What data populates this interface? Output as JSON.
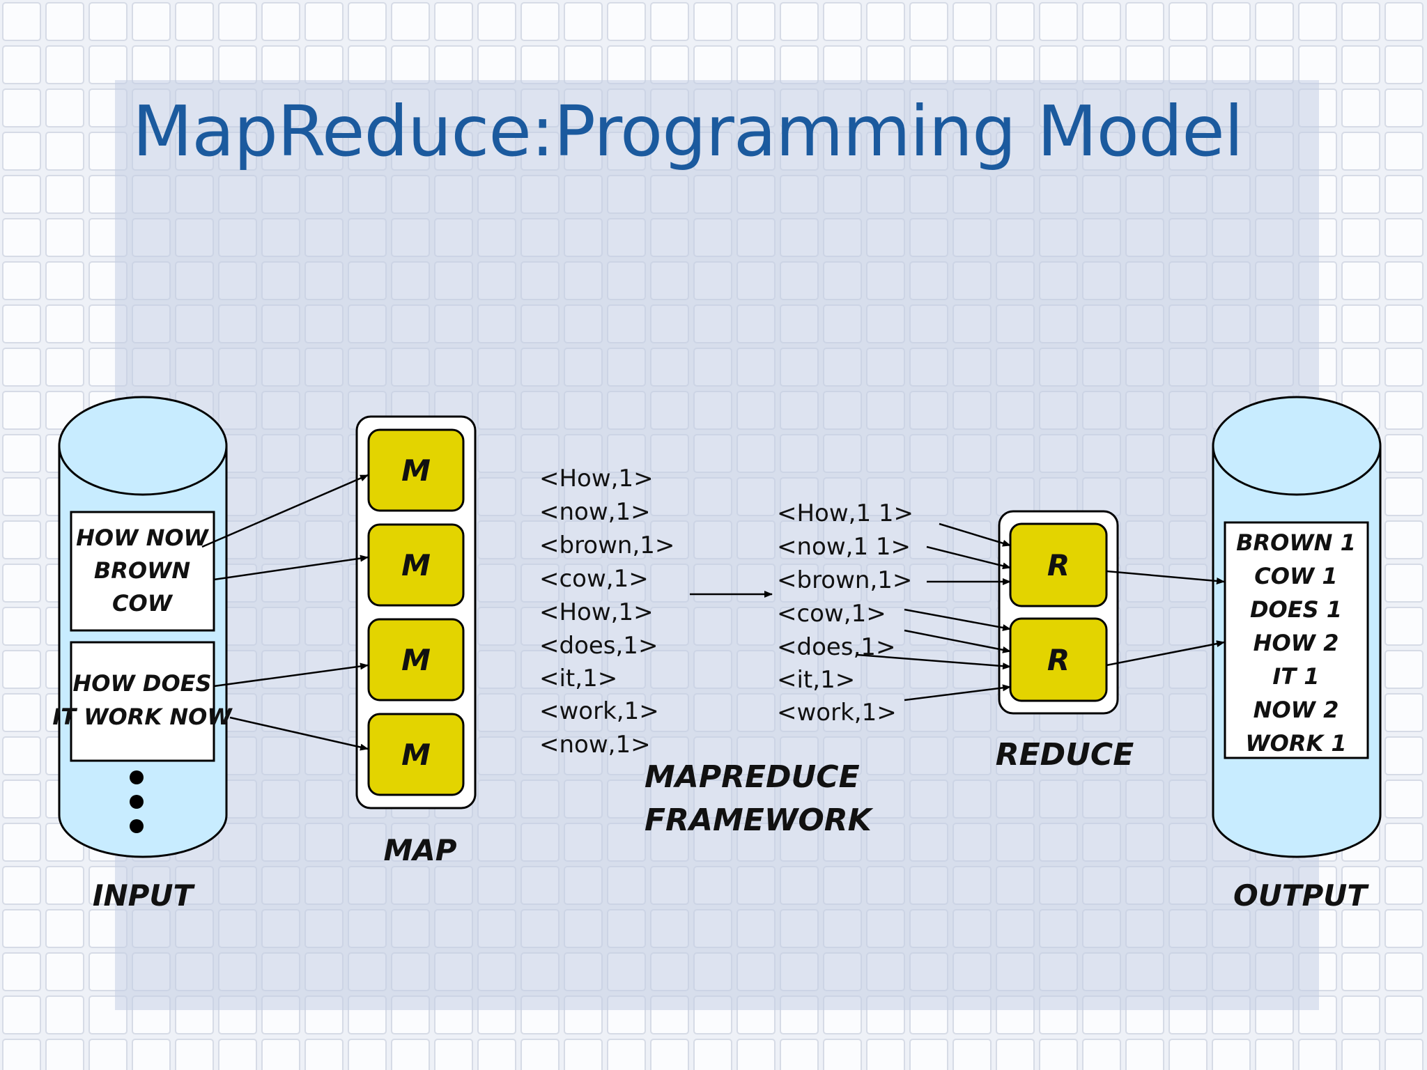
{
  "title": "MapReduce:Programming Model",
  "colors": {
    "title": "#1b5a9e",
    "cylinder_fill": "#c8ecff",
    "task_fill": "#e3d400",
    "panel_fill": "#ffffff"
  },
  "input": {
    "label": "INPUT",
    "chunks": [
      {
        "lines": [
          "HOW NOW",
          "BROWN",
          "COW"
        ]
      },
      {
        "lines": [
          "HOW DOES",
          "IT WORK NOW"
        ]
      }
    ]
  },
  "map": {
    "label": "MAP",
    "tasks": [
      "M",
      "M",
      "M",
      "M"
    ]
  },
  "map_output": [
    "<How,1>",
    "<now,1>",
    "<brown,1>",
    "<cow,1>",
    "<How,1>",
    "<does,1>",
    "<it,1>",
    "<work,1>",
    "<now,1>"
  ],
  "framework": {
    "lines": [
      "MAPREDUCE",
      "FRAMEWORK"
    ]
  },
  "grouped": [
    "<How,1 1>",
    "<now,1 1>",
    "<brown,1>",
    "<cow,1>",
    "<does,1>",
    "<it,1>",
    "<work,1>"
  ],
  "reduce": {
    "label": "REDUCE",
    "tasks": [
      "R",
      "R"
    ]
  },
  "output": {
    "label": "OUTPUT",
    "lines": [
      "BROWN 1",
      "COW 1",
      "DOES 1",
      "HOW 2",
      "IT 1",
      "NOW 2",
      "WORK 1"
    ]
  }
}
